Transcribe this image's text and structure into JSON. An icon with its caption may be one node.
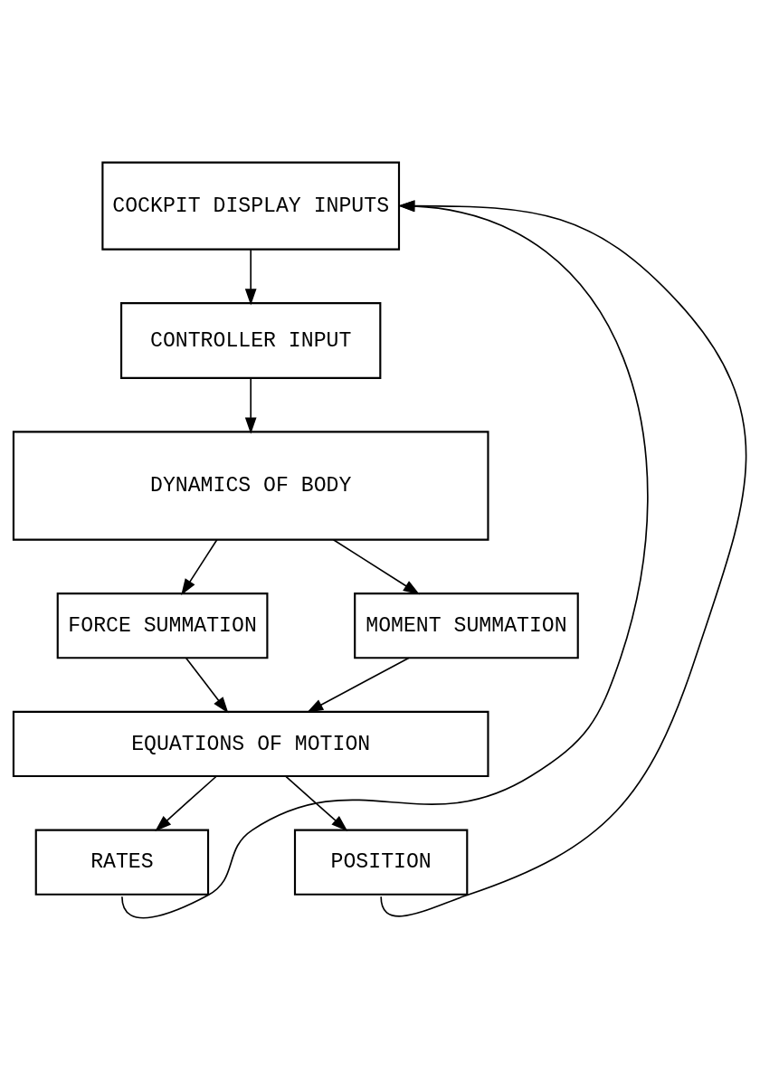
{
  "diagram": {
    "nodes": [
      {
        "text": [
          "COCKPIT DISPLAY INPUTS"
        ]
      },
      {
        "text": [
          "CONTROLLER INPUT"
        ]
      },
      {
        "text": [
          "DYNAMICS OF BODY"
        ]
      },
      {
        "text": [
          "FORCE SUMMATION"
        ]
      },
      {
        "text": [
          "MOMENT SUMMATION"
        ]
      },
      {
        "text": [
          "EQUATIONS OF MOTION"
        ]
      },
      {
        "text": [
          "RATES"
        ]
      },
      {
        "text": [
          "POSITION"
        ]
      }
    ],
    "edges": [
      {
        "from": 0,
        "to": 1,
        "arrow": "to"
      },
      {
        "from": 1,
        "to": 2,
        "arrow": "to"
      },
      {
        "from": 2,
        "to": 3,
        "arrow": "to"
      },
      {
        "from": 2,
        "to": 4,
        "arrow": "to"
      },
      {
        "from": 3,
        "to": 5,
        "arrow": "to"
      },
      {
        "from": 4,
        "to": 5,
        "arrow": "to"
      },
      {
        "from": 5,
        "to": 6,
        "arrow": "to"
      },
      {
        "from": 5,
        "to": 7,
        "arrow": "to"
      },
      {
        "from": 6,
        "to": 0,
        "arrow": "to"
      },
      {
        "from": 7,
        "to": 0,
        "arrow": "to"
      }
    ]
  }
}
